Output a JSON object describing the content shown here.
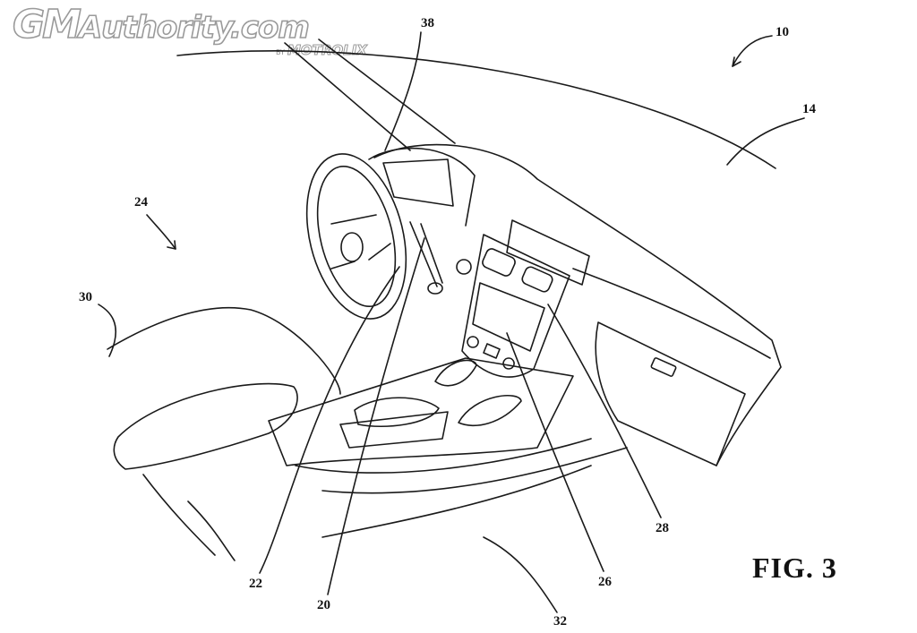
{
  "watermark": {
    "brand_prefix": "GM",
    "brand_rest": "Authority.com",
    "by": "BY",
    "partner": "MOTROLIX"
  },
  "figure": {
    "label": "FIG. 3"
  },
  "reference_numerals": {
    "vehicle": "10",
    "windshield": "14",
    "steering": "20",
    "steering_column": "22",
    "cabin": "24",
    "center_console": "26",
    "display": "28",
    "seat": "30",
    "floor": "32",
    "dash_display": "38"
  },
  "colors": {
    "line": "#1a1a1a",
    "watermark_stroke": "#9a9a9a"
  }
}
